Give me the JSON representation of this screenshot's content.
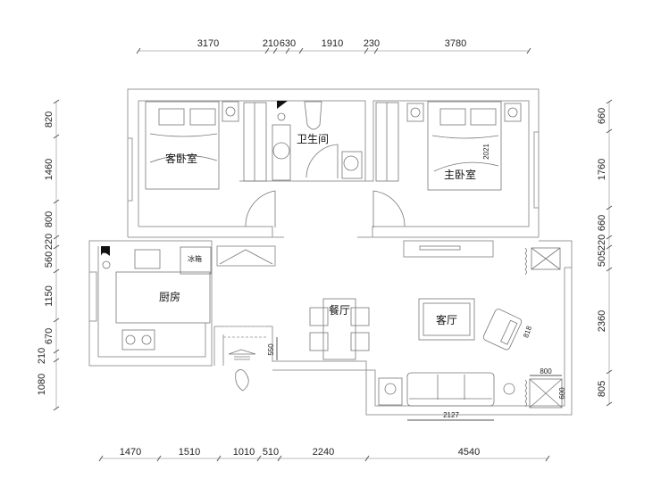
{
  "dimensions": {
    "top": [
      "3170",
      "210",
      "630",
      "1910",
      "230",
      "3780"
    ],
    "bottom": [
      "1470",
      "1510",
      "1010",
      "510",
      "2240",
      "4540"
    ],
    "left": [
      "820",
      "1460",
      "800",
      "220",
      "560",
      "1150",
      "670",
      "210",
      "1080"
    ],
    "right": [
      "660",
      "1760",
      "660",
      "220",
      "505",
      "2360",
      "805"
    ]
  },
  "rooms": {
    "guest_bedroom": "客卧室",
    "bathroom": "卫生间",
    "master_bedroom": "主卧室",
    "kitchen": "厨房",
    "fridge": "冰箱",
    "dining": "餐厅",
    "living": "客厅"
  },
  "annotations": {
    "bed_length": "2021",
    "corridor": "550",
    "armchair": "818",
    "cabinet_width": "800",
    "cabinet_depth": "600",
    "sofa": "2127"
  }
}
